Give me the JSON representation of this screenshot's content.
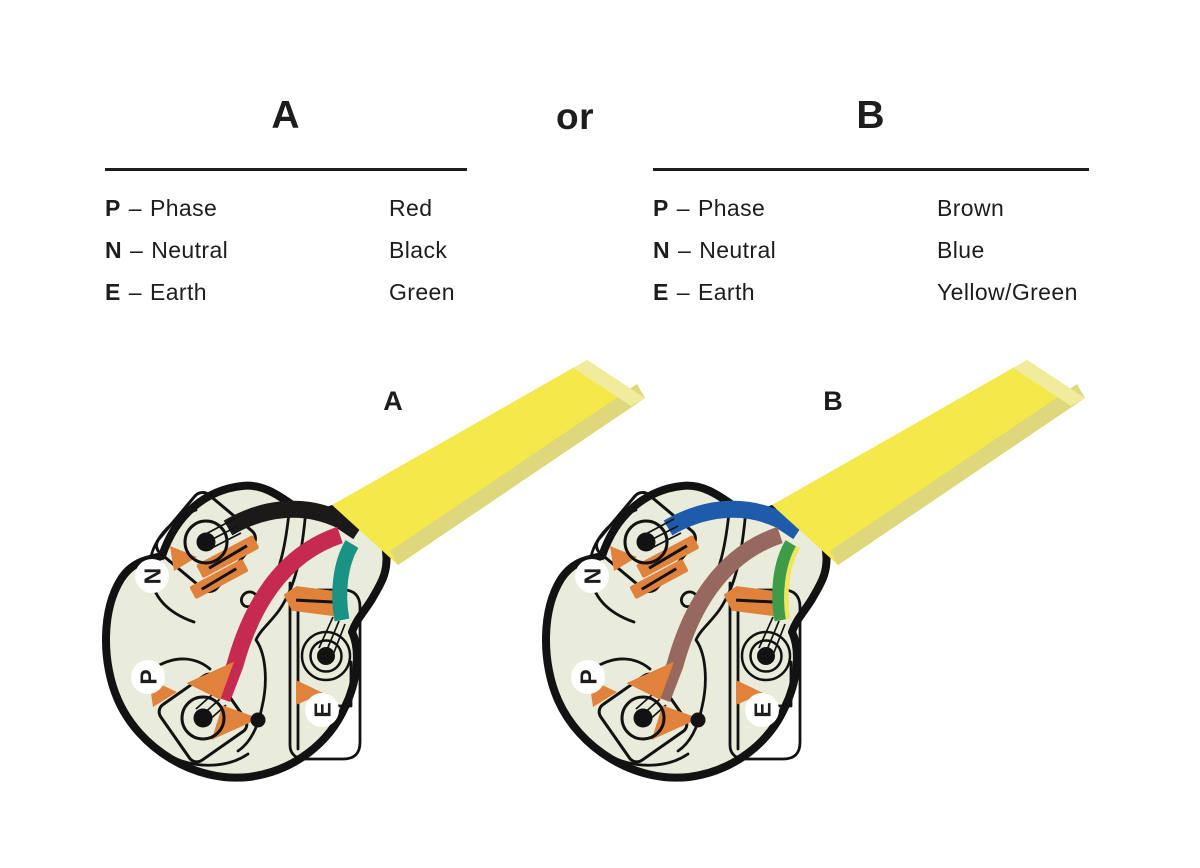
{
  "legends": {
    "conjunction": "or",
    "dash": "–",
    "a": {
      "title": "A",
      "rows": [
        {
          "key": "P",
          "label": "Phase",
          "color_name": "Red"
        },
        {
          "key": "N",
          "label": "Neutral",
          "color_name": "Black"
        },
        {
          "key": "E",
          "label": "Earth",
          "color_name": "Green"
        }
      ]
    },
    "b": {
      "title": "B",
      "rows": [
        {
          "key": "P",
          "label": "Phase",
          "color_name": "Brown"
        },
        {
          "key": "N",
          "label": "Neutral",
          "color_name": "Blue"
        },
        {
          "key": "E",
          "label": "Earth",
          "color_name": "Yellow/Green"
        }
      ]
    }
  },
  "figures": {
    "a": {
      "label": "A",
      "wire_colors": {
        "phase": "#C62A4F",
        "neutral": "#1C1A19",
        "earth": "#1B9384"
      }
    },
    "b": {
      "label": "B",
      "wire_colors": {
        "phase": "#96685E",
        "neutral": "#1E5CAB",
        "earth": "#3E9B47",
        "earth_stripe": "#EFE65A"
      }
    },
    "terminals": {
      "phase": "P",
      "neutral": "N",
      "earth": "E"
    },
    "shared_colors": {
      "cable": "#F5E84B",
      "cable_shade": "#DFD77B",
      "cable_tip": "#F1EC9C",
      "body": "#E9ECDA",
      "outline": "#121212",
      "clamp": "#E0813C",
      "badge": "#FFFFFF"
    }
  }
}
